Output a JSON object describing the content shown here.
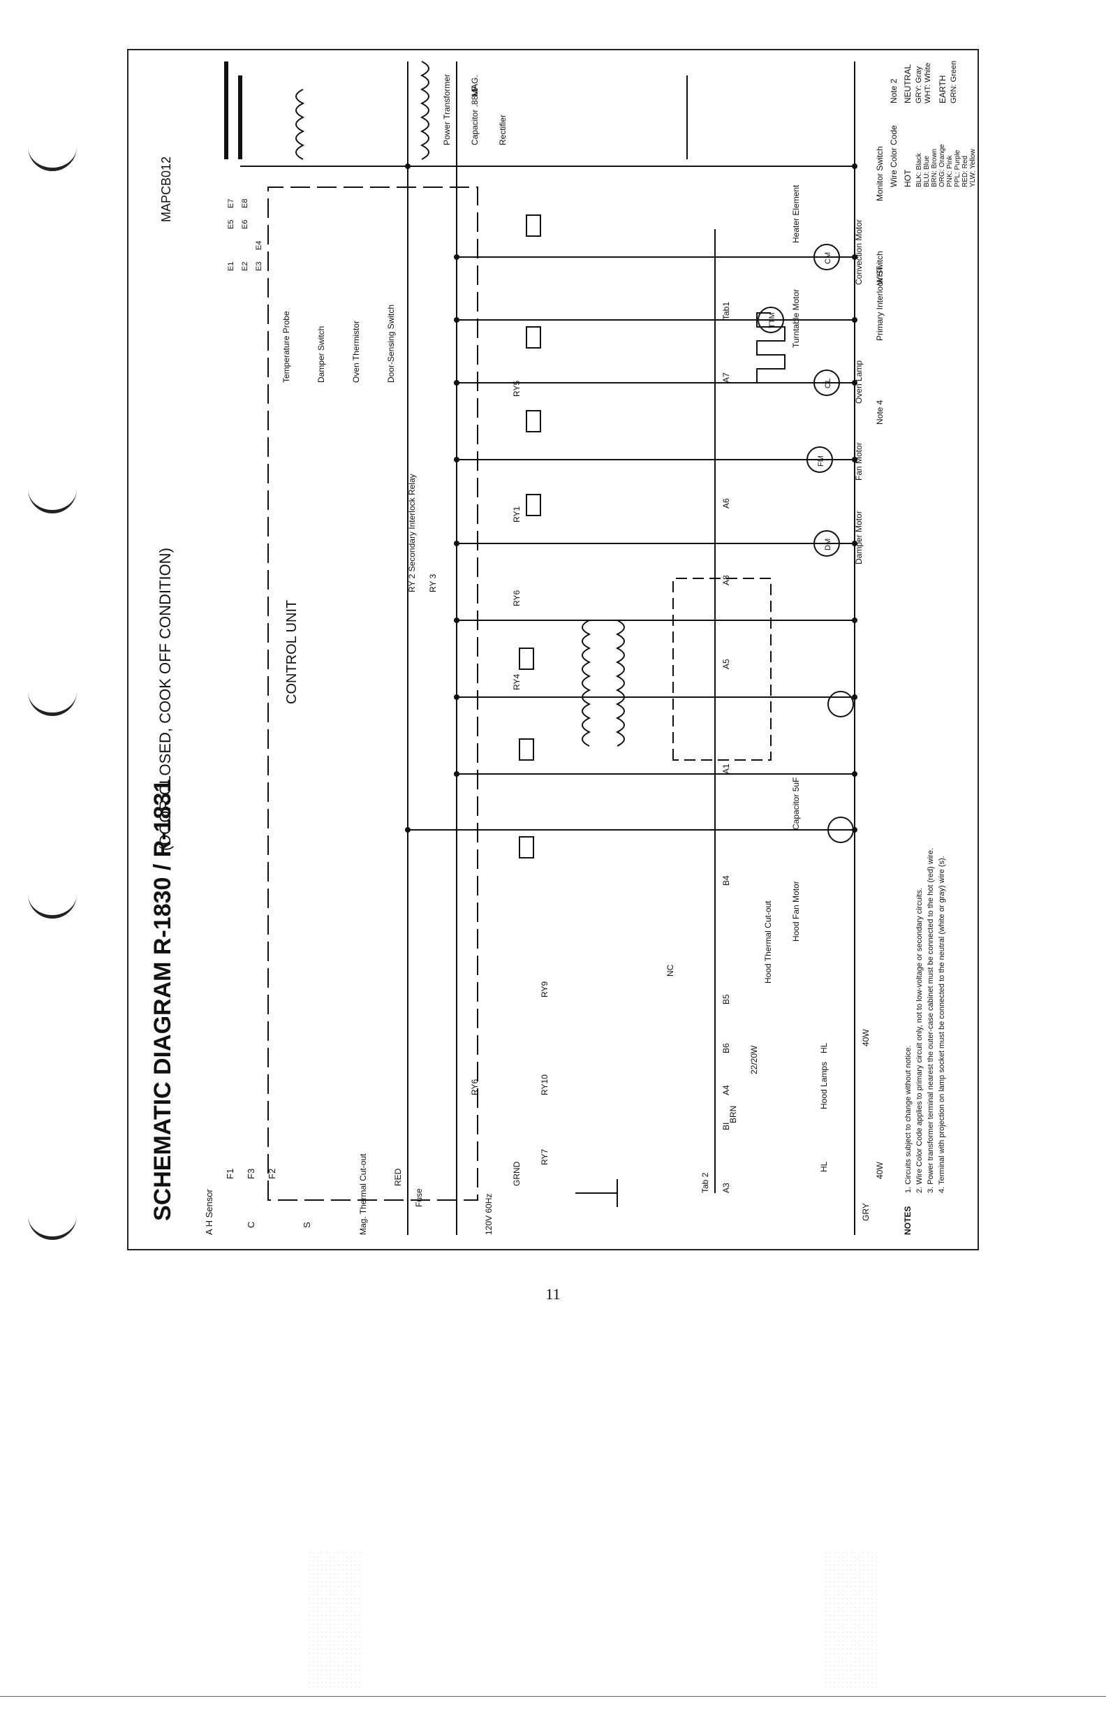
{
  "title": "SCHEMATIC DIAGRAM R-1830 / R-1831",
  "subtitle": "(DOOR CLOSED, COOK OFF CONDITION)",
  "code": "MAPCB012",
  "page_number": "11",
  "control_unit": "CONTROL UNIT",
  "ah_sensor": "A H Sensor",
  "sensor_terms": [
    "C",
    "S"
  ],
  "fuses": [
    "F1",
    "F3",
    "F2"
  ],
  "relays": [
    "RY1",
    "RY2",
    "RY3",
    "RY4",
    "RY5",
    "RY6",
    "RY7",
    "RY9",
    "RY10"
  ],
  "relay_labels": [
    "RY5",
    "RY1",
    "RY6",
    "RY4",
    "RY7",
    "RY6",
    "RY9",
    "RY10"
  ],
  "ry2_label": "RY 2 Secondary Interlock Relay",
  "ry3_label": "RY 3",
  "terminals": [
    "Tab1",
    "Tab 2",
    "A3",
    "BI",
    "A4",
    "B6",
    "B5",
    "B4",
    "A1",
    "A5",
    "A8",
    "A6",
    "A7"
  ],
  "connectors": [
    "E1",
    "E2",
    "E3",
    "E4",
    "E5",
    "E6",
    "E7",
    "E8"
  ],
  "switch_labels": [
    "Door-Sensing Switch",
    "Oven Thermistor",
    "Damper Switch",
    "Temperature Probe"
  ],
  "components": {
    "mag_thermal": "Mag. Thermal Cut-out",
    "fuse": "Fuse",
    "plug": "120V 60Hz",
    "grnd": "GRND",
    "red": "RED",
    "brn": "BRN",
    "nc": "NC",
    "hood_thermal": "Hood Thermal Cut-out",
    "hood_fan_motor": "Hood Fan Motor",
    "capacitor_5uf": "Capacitor 5uF",
    "hood_lamps": "Hood Lamps",
    "hl": "HL",
    "w40": "40W",
    "w2220": "22/20W",
    "damper_motor": "Damper Motor",
    "dm": "DM",
    "fan_motor": "Fan Motor",
    "fm": "FM",
    "oven_lamp": "Oven Lamp",
    "ol": "OL",
    "turntable_motor": "Turntable Motor",
    "ttm": "TTM",
    "convection_motor": "Convection Motor",
    "cm": "CM",
    "heater_element": "Heater Element",
    "primary_interlock": "Primary Interlock Switch",
    "monitor_switch": "Monitor Switch",
    "power_transformer": "Power Transformer",
    "capacitor_88": "Capacitor .88uF",
    "rectifier": "Rectifier",
    "mag": "MAG.",
    "gry": "GRY",
    "wht": "WHT",
    "note4": "Note 4"
  },
  "wire_color": {
    "heading": "Wire Color Code",
    "note": "Note 2",
    "hot_heading": "HOT",
    "hot": [
      "BLK: Black",
      "BLU: Blue",
      "BRN: Brown",
      "ORG: Orange",
      "PNK: Pink",
      "PPL: Purple",
      "RED: Red",
      "YLW: Yellow"
    ],
    "neutral_heading": "NEUTRAL",
    "neutral": [
      "GRY: Gray",
      "WHT: White"
    ],
    "earth_heading": "EARTH",
    "earth": [
      "GRN: Green"
    ]
  },
  "notes": {
    "heading": "NOTES",
    "items": [
      "1.  Circuits subject to change without notice.",
      "2.  Wire Color Code applies to primary circuit only, not to low-voltage or secondary circuits.",
      "3.  Power transformer terminal nearest the outer-case cabinet must be connected to the hot (red) wire.",
      "4.  Terminal with projection on lamp socket must be connected to the neutral (white or gray) wire (s)."
    ]
  }
}
